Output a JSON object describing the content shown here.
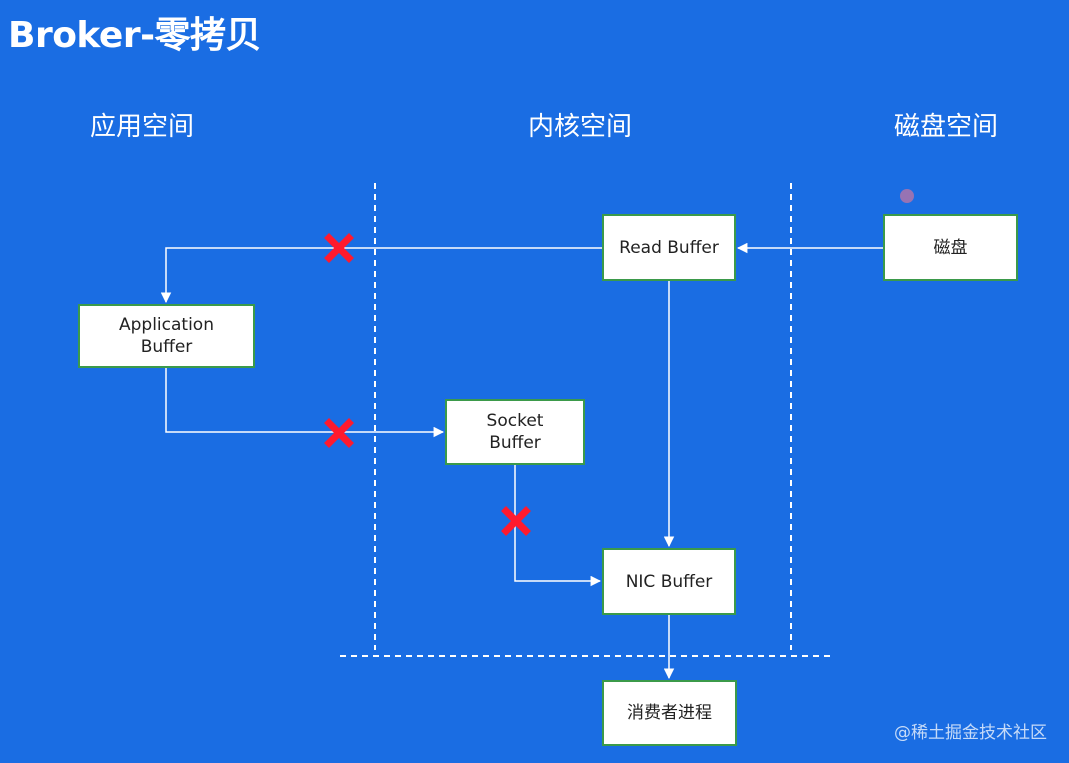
{
  "title": "Broker-零拷贝",
  "sections": {
    "app": "应用空间",
    "kernel": "内核空间",
    "disk": "磁盘空间"
  },
  "boxes": {
    "read_buffer": "Read Buffer",
    "disk": "磁盘",
    "application_buffer": "Application Buffer",
    "socket_buffer": "Socket Buffer",
    "nic_buffer": "NIC Buffer",
    "consumer": "消费者进程"
  },
  "watermark": "@稀土掘金技术社区",
  "colors": {
    "background": "#1a6de3",
    "box_border": "#3b9a4a",
    "cross": "#ff1a2e",
    "lines": "#ffffff"
  }
}
